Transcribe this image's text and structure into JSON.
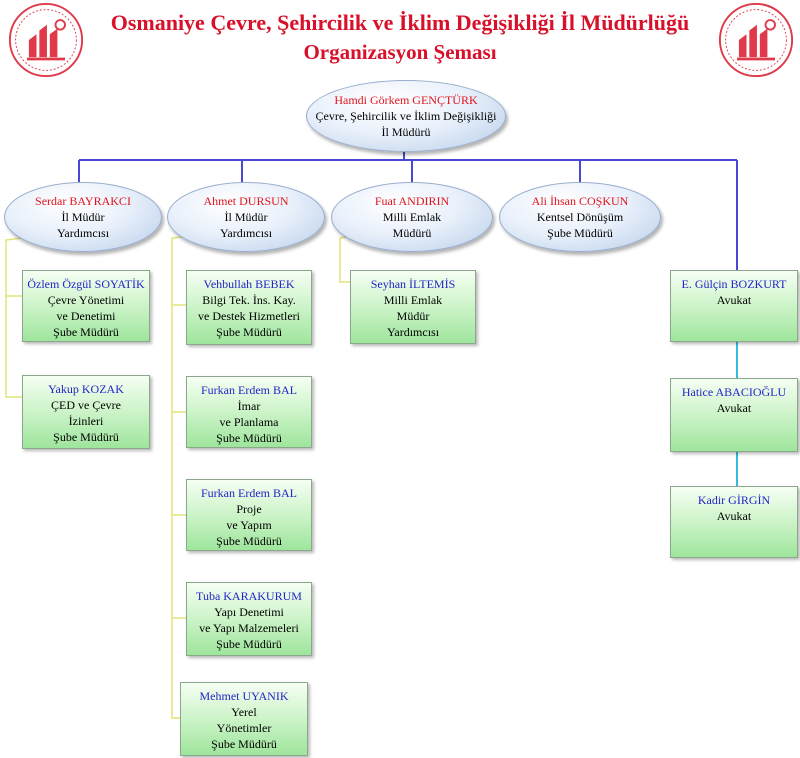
{
  "header": {
    "title_line1": "Osmaniye Çevre, Şehircilik ve İklim Değişikliği İl Müdürlüğü",
    "title_line2": "Organizasyon Şeması"
  },
  "colors": {
    "title": "#d8102a",
    "connector_main": "#4848d0",
    "connector_yellow": "#e3e37a",
    "connector_cyan": "#33bbe0"
  },
  "director": {
    "name": "Hamdi Görkem GENÇTÜRK",
    "title": [
      "Çevre, Şehircilik ve İklim Değişikliği",
      "İl Müdürü"
    ]
  },
  "level2": [
    {
      "name": "Serdar BAYRAKCI",
      "title": [
        "İl Müdür",
        "Yardımcısı"
      ]
    },
    {
      "name": "Ahmet DURSUN",
      "title": [
        "İl Müdür",
        "Yardımcısı"
      ]
    },
    {
      "name": "Fuat ANDIRIN",
      "title": [
        "Milli Emlak",
        "Müdürü"
      ]
    },
    {
      "name": "Ali İhsan COŞKUN",
      "title": [
        "Kentsel Dönüşüm",
        "Şube Müdürü"
      ]
    }
  ],
  "bayrakci_units": [
    {
      "name": "Özlem Özgül SOYATİK",
      "title": [
        "Çevre Yönetimi",
        "ve Denetimi",
        "Şube Müdürü"
      ]
    },
    {
      "name": "Yakup KOZAK",
      "title": [
        "ÇED ve Çevre",
        "İzinleri",
        "Şube Müdürü"
      ]
    }
  ],
  "dursun_units": [
    {
      "name": "Vehbullah BEBEK",
      "title": [
        "Bilgi Tek. İns. Kay.",
        "ve Destek Hizmetleri",
        "Şube Müdürü"
      ]
    },
    {
      "name": "Furkan Erdem BAL",
      "title": [
        "İmar",
        "ve Planlama",
        "Şube Müdürü"
      ]
    },
    {
      "name": "Furkan Erdem BAL",
      "title": [
        "Proje",
        "ve Yapım",
        "Şube Müdürü"
      ]
    },
    {
      "name": "Tuba KARAKURUM",
      "title": [
        "Yapı Denetimi",
        "ve Yapı Malzemeleri",
        "Şube Müdürü"
      ]
    },
    {
      "name": "Mehmet UYANIK",
      "title": [
        "Yerel",
        "Yönetimler",
        "Şube Müdürü"
      ]
    }
  ],
  "andirin_units": [
    {
      "name": "Seyhan İLTEMİS",
      "title": [
        "Milli Emlak",
        "Müdür",
        "Yardımcısı"
      ]
    }
  ],
  "lawyers": [
    {
      "name": "E. Gülçin BOZKURT",
      "title": [
        "Avukat"
      ]
    },
    {
      "name": "Hatice ABACIOĞLU",
      "title": [
        "Avukat"
      ]
    },
    {
      "name": "Kadir GİRGİN",
      "title": [
        "Avukat"
      ]
    }
  ]
}
